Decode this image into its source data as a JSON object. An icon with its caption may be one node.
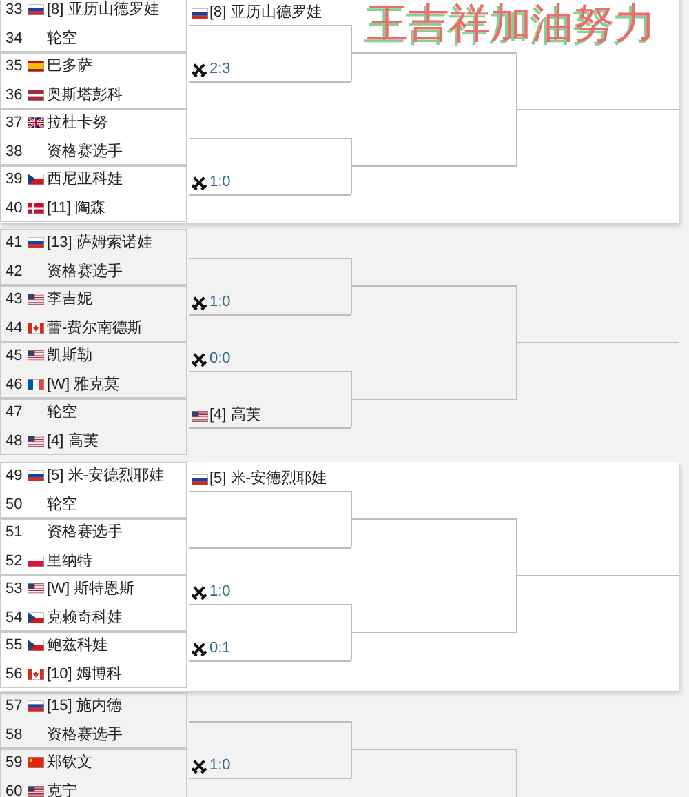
{
  "diagram": {
    "nodes": [
      {
        "text": [],
        "shape": "band"
      },
      {
        "text": [
          "33",
          "[8] 亚历山德罗娃",
          "34",
          "轮空"
        ],
        "in": 0
      },
      {
        "text": [
          "35",
          "巴多萨",
          "36",
          "奥斯塔彭科"
        ],
        "in": 0
      },
      {
        "text": [
          "37",
          "拉杜卡努",
          "38",
          "资格赛选手"
        ],
        "in": 0
      },
      {
        "text": [
          "39",
          "西尼亚科娃",
          "40",
          "[11] 陶森"
        ],
        "in": 0
      },
      {
        "text": [
          "[8] 亚历山德罗娃"
        ],
        "in": 0
      },
      {
        "text": [
          "2:3"
        ],
        "in": 0
      },
      {
        "text": [],
        "shape": "line",
        "in": 0
      },
      {
        "text": [
          "1:0"
        ],
        "in": 0
      },
      {
        "text": [],
        "shape": "line",
        "in": 0
      },
      {
        "text": [],
        "shape": "line",
        "in": 0
      },
      {
        "text": [],
        "shape": "line",
        "in": 0
      },
      {
        "text": [
          "41",
          "[13] 萨姆索诺娃",
          "42",
          "资格赛选手"
        ]
      },
      {
        "text": [
          "43",
          "李吉妮",
          "44",
          "蕾-费尔南德斯"
        ]
      },
      {
        "text": [
          "45",
          "凯斯勒",
          "46",
          "[W] 雅克莫"
        ]
      },
      {
        "text": [
          "47",
          "轮空",
          "48",
          "[4] 高芙"
        ]
      },
      {
        "text": [],
        "shape": "line"
      },
      {
        "text": [
          "1:0"
        ]
      },
      {
        "text": [
          "0:0"
        ]
      },
      {
        "text": [
          "[4] 高芙"
        ]
      },
      {
        "text": [],
        "shape": "line"
      },
      {
        "text": [],
        "shape": "line"
      },
      {
        "text": [],
        "shape": "line"
      },
      {
        "text": [],
        "shape": "band"
      },
      {
        "text": [
          "49",
          "[5] 米-安德烈耶娃",
          "50",
          "轮空"
        ],
        "in": 23
      },
      {
        "text": [
          "51",
          "资格赛选手",
          "52",
          "里纳特"
        ],
        "in": 23
      },
      {
        "text": [
          "53",
          "[W] 斯特恩斯",
          "54",
          "克赖奇科娃"
        ],
        "in": 23
      },
      {
        "text": [
          "55",
          "鲍兹科娃",
          "56",
          "[10] 姆博科"
        ],
        "in": 23
      },
      {
        "text": [
          "[5] 米-安德烈耶娃"
        ],
        "in": 23
      },
      {
        "text": [],
        "shape": "line",
        "in": 23
      },
      {
        "text": [
          "1:0"
        ],
        "in": 23
      },
      {
        "text": [
          "0:1"
        ],
        "in": 23
      },
      {
        "text": [],
        "shape": "line",
        "in": 23
      },
      {
        "text": [],
        "shape": "line",
        "in": 23
      },
      {
        "text": [],
        "shape": "line",
        "in": 23
      },
      {
        "text": [
          "57",
          "[15] 施内德",
          "58",
          "资格赛选手"
        ]
      },
      {
        "text": [
          "59",
          "郑钦文",
          "60",
          "克宁"
        ]
      },
      {
        "text": [],
        "shape": "line"
      },
      {
        "text": [
          "1:0"
        ]
      },
      {
        "text": [],
        "shape": "line"
      }
    ],
    "edges": [
      {
        "from": 5,
        "to": 9,
        "arrow": "none"
      },
      {
        "from": 6,
        "to": 9,
        "arrow": "none"
      },
      {
        "from": 7,
        "to": 10,
        "arrow": "none"
      },
      {
        "from": 8,
        "to": 10,
        "arrow": "none"
      },
      {
        "from": 9,
        "to": 11,
        "arrow": "none"
      },
      {
        "from": 10,
        "to": 11,
        "arrow": "none"
      },
      {
        "from": 16,
        "to": 20,
        "arrow": "none"
      },
      {
        "from": 17,
        "to": 20,
        "arrow": "none"
      },
      {
        "from": 18,
        "to": 21,
        "arrow": "none"
      },
      {
        "from": 19,
        "to": 21,
        "arrow": "none"
      },
      {
        "from": 20,
        "to": 22,
        "arrow": "none"
      },
      {
        "from": 21,
        "to": 22,
        "arrow": "none"
      },
      {
        "from": 28,
        "to": 32,
        "arrow": "none"
      },
      {
        "from": 29,
        "to": 32,
        "arrow": "none"
      },
      {
        "from": 30,
        "to": 33,
        "arrow": "none"
      },
      {
        "from": 31,
        "to": 33,
        "arrow": "none"
      },
      {
        "from": 32,
        "to": 34,
        "arrow": "none"
      },
      {
        "from": 33,
        "to": 34,
        "arrow": "none"
      },
      {
        "from": 37,
        "to": 39,
        "arrow": "none"
      },
      {
        "from": 38,
        "to": 39,
        "arrow": "none"
      },
      {
        "from": 39,
        "to": null,
        "arrow": "none"
      }
    ],
    "labels": [
      "王吉祥加油努力"
    ]
  }
}
